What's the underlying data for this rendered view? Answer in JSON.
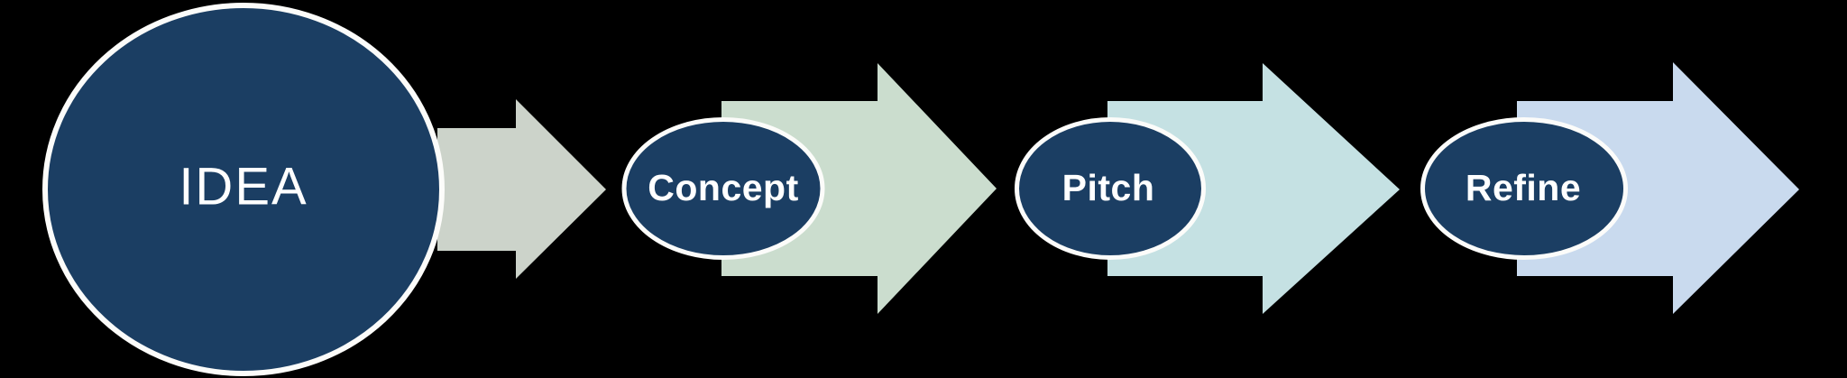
{
  "diagram": {
    "type": "process-flow",
    "background_color": "#000000",
    "node": {
      "fill": "#1B3E63",
      "border": "#FCFCFA",
      "text_color": "#FFFFFF"
    },
    "stages": [
      {
        "label": "IDEA"
      },
      {
        "label": "Concept"
      },
      {
        "label": "Pitch"
      },
      {
        "label": "Refine"
      }
    ],
    "arrows": [
      {
        "name": "idea-to-concept",
        "color": "#CCD3CA"
      },
      {
        "name": "concept-to-pitch",
        "color": "#CBDDCE"
      },
      {
        "name": "pitch-to-refine",
        "color": "#C5E1E3"
      },
      {
        "name": "refine-onward",
        "color": "#C9DAEE"
      }
    ]
  }
}
